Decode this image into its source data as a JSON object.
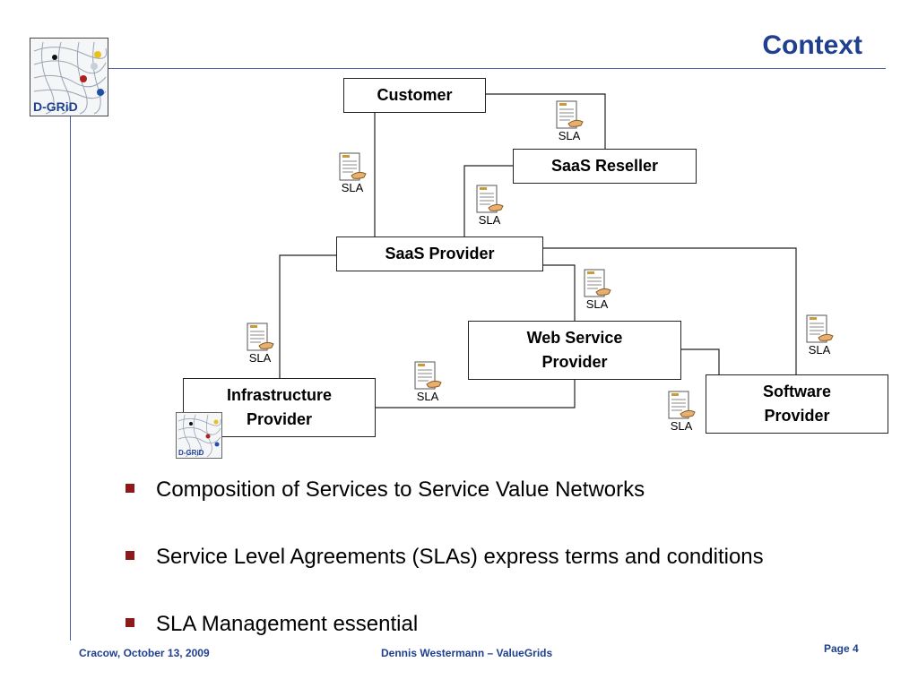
{
  "slide": {
    "title": "Context",
    "page": "Page 4"
  },
  "logo": {
    "text": "D-GRiD"
  },
  "diagram": {
    "nodes": {
      "customer": "Customer",
      "saas_reseller": "SaaS Reseller",
      "saas_provider": "SaaS Provider",
      "web_service_provider": [
        "Web Service",
        "Provider"
      ],
      "infrastructure_provider": [
        "Infrastructure",
        "Provider"
      ],
      "software_provider": [
        "Software",
        "Provider"
      ]
    },
    "sla_label": "SLA",
    "sla_icon": "sla-document-icon"
  },
  "bullets": [
    "Composition of Services to Service Value Networks",
    "Service Level Agreements (SLAs) express terms and conditions",
    "SLA Management essential"
  ],
  "footer": {
    "left": "Cracow, October 13, 2009",
    "center": "Dennis Westermann – ValueGrids"
  },
  "colors": {
    "accent": "#1f3f8f",
    "bullet": "#8b1a1a"
  }
}
